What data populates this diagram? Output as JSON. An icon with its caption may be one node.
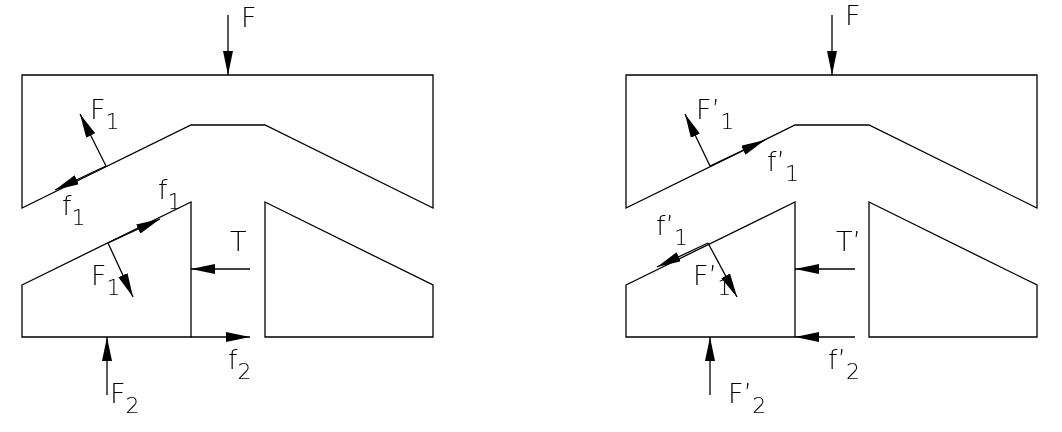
{
  "diagram": {
    "labels": [
      "F",
      "F",
      "F$_{1}$",
      "F’$_{1}$",
      "f’$_{1}$",
      "f$_{1}$",
      "f$_{1}$",
      "f’$_{1}$",
      "T",
      "T’",
      "F$_{1}$",
      "F’$_{1}$",
      "f$_{2}$",
      "f’$_{2}$",
      "F$_{2}$",
      "F’$_{2}$"
    ]
  }
}
